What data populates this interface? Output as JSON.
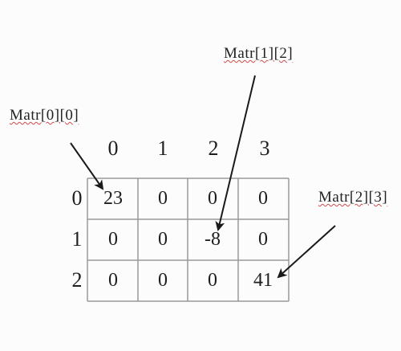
{
  "labels": {
    "matr00": "Matr[0][0]",
    "matr12": "Matr[1][2]",
    "matr23": "Matr[2][3]"
  },
  "column_headers": [
    "0",
    "1",
    "2",
    "3"
  ],
  "row_headers": [
    "0",
    "1",
    "2"
  ],
  "matrix": [
    [
      "23",
      "0",
      "0",
      "0"
    ],
    [
      "0",
      "0",
      "-8",
      "0"
    ],
    [
      "0",
      "0",
      "0",
      "41"
    ]
  ],
  "colors": {
    "grid_line": "#9a9a9a",
    "arrow": "#1a1a1a",
    "text": "#1e1e1e",
    "spellcheck_underline": "#d44a4a"
  }
}
